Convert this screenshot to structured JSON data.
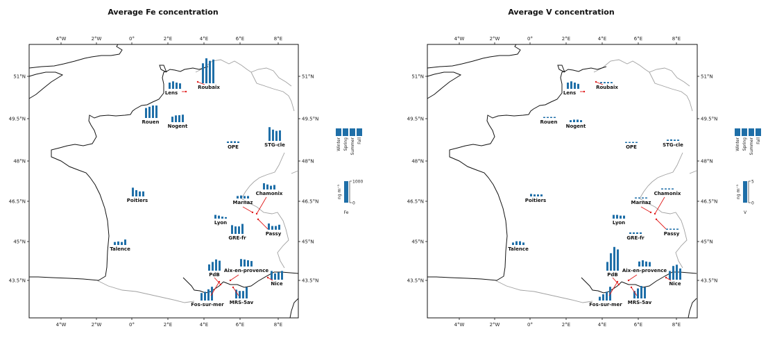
{
  "colors": {
    "bar": "#1f6fa8",
    "coast": "#111111",
    "border": "#a0a0a0",
    "arrow": "#e01a1a"
  },
  "lon_ticks": [
    "4°W",
    "2°W",
    "0°",
    "2°E",
    "4°E",
    "6°E",
    "8°E"
  ],
  "lat_ticks": [
    "51°N",
    "49.5°N",
    "48°N",
    "46.5°N",
    "45°N",
    "43.5°N"
  ],
  "seasons": [
    "Winter",
    "Spring",
    "Summer",
    "Fall"
  ],
  "panels": [
    {
      "title": "Average Fe concentration",
      "legend": {
        "unit": "ng m⁻³",
        "max_label": "1000",
        "min_label": "0",
        "species": "Fe"
      },
      "sites": [
        {
          "name": "Lens",
          "values": [
            0.25,
            0.3,
            0.25,
            0.22
          ]
        },
        {
          "name": "Roubaix",
          "values": [
            0.8,
            1.0,
            0.9,
            0.95
          ]
        },
        {
          "name": "Rouen",
          "values": [
            0.4,
            0.45,
            0.5,
            0.5
          ]
        },
        {
          "name": "Nogent",
          "values": [
            0.22,
            0.27,
            0.28,
            0.3
          ]
        },
        {
          "name": "OPE",
          "values": [
            0.06,
            0.07,
            0.07,
            0.06
          ]
        },
        {
          "name": "STG-cle",
          "values": [
            0.55,
            0.45,
            0.4,
            0.42
          ]
        },
        {
          "name": "Poitiers",
          "values": [
            0.35,
            0.25,
            0.2,
            0.2
          ]
        },
        {
          "name": "Marnaz",
          "values": [
            0.1,
            0.12,
            0.1,
            0.1
          ]
        },
        {
          "name": "Chamonix",
          "values": [
            0.25,
            0.2,
            0.15,
            0.18
          ]
        },
        {
          "name": "Lyon",
          "values": [
            0.15,
            0.12,
            0.08,
            0.06
          ]
        },
        {
          "name": "GRE-fr",
          "values": [
            0.35,
            0.3,
            0.3,
            0.4
          ]
        },
        {
          "name": "Passy",
          "values": [
            0.25,
            0.15,
            0.15,
            0.2
          ]
        },
        {
          "name": "Talence",
          "values": [
            0.12,
            0.14,
            0.12,
            0.22
          ]
        },
        {
          "name": "PdB",
          "values": [
            0.25,
            0.35,
            0.45,
            0.4
          ]
        },
        {
          "name": "Aix-en-provence",
          "values": [
            0.3,
            0.28,
            0.25,
            0.22
          ]
        },
        {
          "name": "Nice",
          "values": [
            0.35,
            0.25,
            0.3,
            0.35
          ]
        },
        {
          "name": "Fos-sur-mer",
          "values": [
            0.3,
            0.35,
            0.45,
            0.55
          ]
        },
        {
          "name": "MRS-5av",
          "values": [
            0.35,
            0.3,
            0.3,
            0.45
          ]
        }
      ]
    },
    {
      "title": "Average V concentration",
      "legend": {
        "unit": "ng m⁻³",
        "max_label": "5",
        "min_label": "0",
        "species": "V"
      },
      "sites": [
        {
          "name": "Lens",
          "values": [
            0.25,
            0.3,
            0.25,
            0.2
          ]
        },
        {
          "name": "Roubaix",
          "values": [
            0.05,
            0.05,
            0.05,
            0.05
          ]
        },
        {
          "name": "Rouen",
          "values": [
            0.03,
            0.03,
            0.03,
            0.03
          ]
        },
        {
          "name": "Nogent",
          "values": [
            0.08,
            0.1,
            0.1,
            0.08
          ]
        },
        {
          "name": "OPE",
          "values": [
            0.03,
            0.03,
            0.03,
            0.03
          ]
        },
        {
          "name": "STG-cle",
          "values": [
            0.05,
            0.06,
            0.05,
            0.05
          ]
        },
        {
          "name": "Poitiers",
          "values": [
            0.1,
            0.08,
            0.08,
            0.08
          ]
        },
        {
          "name": "Marnaz",
          "values": [
            0.03,
            0.03,
            0.03,
            0.03
          ]
        },
        {
          "name": "Chamonix",
          "values": [
            0.03,
            0.03,
            0.03,
            0.03
          ]
        },
        {
          "name": "Lyon",
          "values": [
            0.15,
            0.15,
            0.12,
            0.12
          ]
        },
        {
          "name": "GRE-fr",
          "values": [
            0.06,
            0.06,
            0.06,
            0.06
          ]
        },
        {
          "name": "Passy",
          "values": [
            0.04,
            0.04,
            0.04,
            0.04
          ]
        },
        {
          "name": "Talence",
          "values": [
            0.1,
            0.15,
            0.15,
            0.1
          ]
        },
        {
          "name": "PdB",
          "values": [
            0.35,
            0.7,
            0.95,
            0.85
          ]
        },
        {
          "name": "Aix-en-provence",
          "values": [
            0.2,
            0.25,
            0.2,
            0.18
          ]
        },
        {
          "name": "Nice",
          "values": [
            0.35,
            0.55,
            0.6,
            0.45
          ]
        },
        {
          "name": "Fos-sur-mer",
          "values": [
            0.15,
            0.25,
            0.35,
            0.55
          ]
        },
        {
          "name": "MRS-5av",
          "values": [
            0.3,
            0.4,
            0.5,
            0.45
          ]
        }
      ]
    }
  ]
}
